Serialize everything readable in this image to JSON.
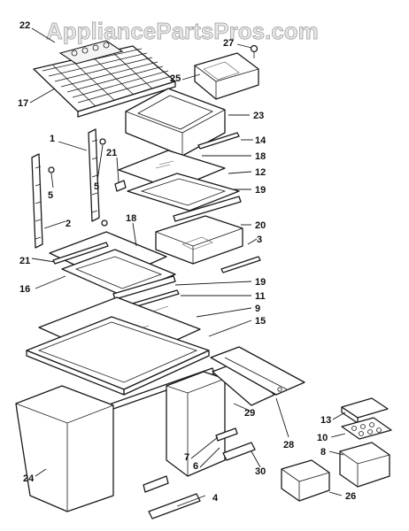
{
  "watermark": "AppliancePartsPros.com",
  "callouts": {
    "p22": "22",
    "p17": "17",
    "p27": "27",
    "p25": "25",
    "p23": "23",
    "p1": "1",
    "p14": "14",
    "p21a": "21",
    "p5a": "5",
    "p5b": "5",
    "p18a": "18",
    "p12": "12",
    "p19a": "19",
    "p20": "20",
    "p2": "2",
    "p18b": "18",
    "p3": "3",
    "p21b": "21",
    "p16": "16",
    "p19b": "19",
    "p11": "11",
    "p9": "9",
    "p15": "15",
    "p13": "13",
    "p10": "10",
    "p8": "8",
    "p29": "29",
    "p28": "28",
    "p7": "7",
    "p6": "6",
    "p30": "30",
    "p24": "24",
    "p4": "4",
    "p26": "26"
  }
}
